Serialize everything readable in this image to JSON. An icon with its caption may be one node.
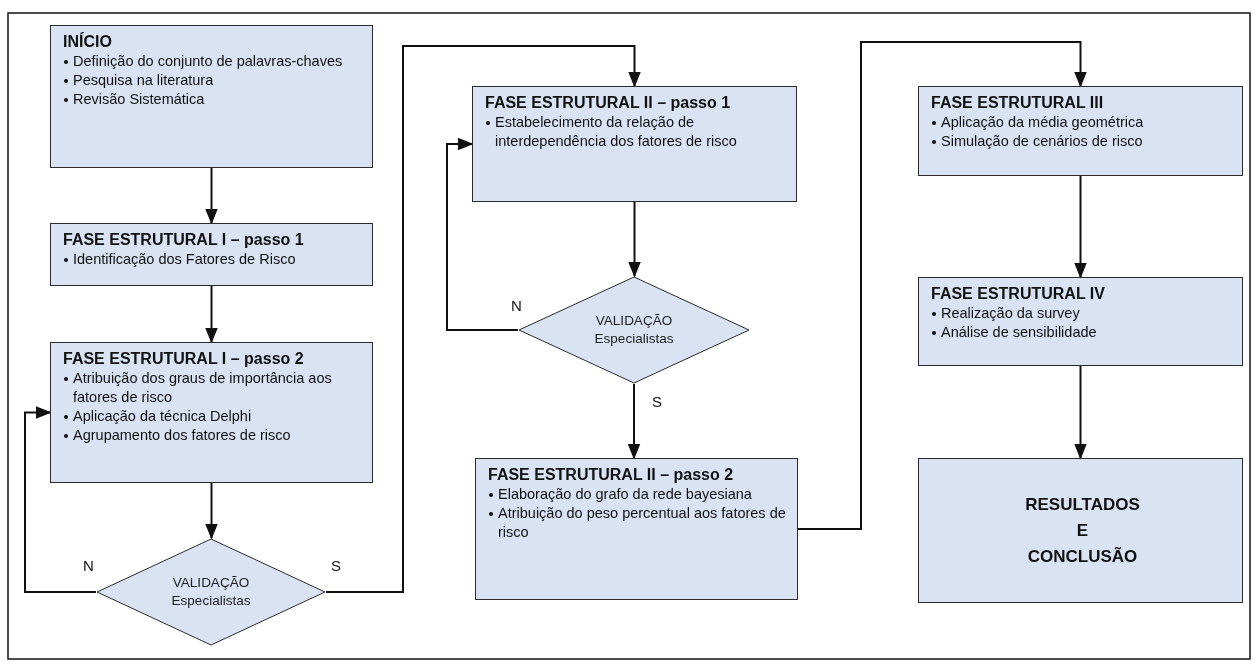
{
  "diagram": {
    "nodes": [
      {
        "text": [
          "INÍCIO",
          "Definição do conjunto de palavras-chaves",
          "Pesquisa na literatura",
          "Revisão Sistemática"
        ]
      },
      {
        "text": [
          "FASE ESTRUTURAL I – passo 1",
          "Identificação dos Fatores de Risco"
        ]
      },
      {
        "text": [
          "FASE ESTRUTURAL I – passo 2",
          "Atribuição dos graus de importância aos fatores de risco",
          "Aplicação da técnica Delphi",
          "Agrupamento dos fatores de risco"
        ]
      },
      {
        "text": [
          "VALIDAÇÃO Especialistas"
        ]
      },
      {
        "text": [
          "FASE ESTRUTURAL II – passo 1",
          "Estabelecimento da relação de interdependência dos fatores de risco"
        ]
      },
      {
        "text": [
          "VALIDAÇÃO Especialistas"
        ]
      },
      {
        "text": [
          "FASE ESTRUTURAL II – passo 2",
          "Elaboração do grafo da rede bayesiana",
          "Atribuição do peso percentual aos fatores de risco"
        ]
      },
      {
        "text": [
          "FASE ESTRUTURAL III",
          "Aplicação da média geométrica",
          "Simulação de cenários de risco"
        ]
      },
      {
        "text": [
          "FASE ESTRUTURAL IV",
          "Realização da survey",
          "Análise de sensibilidade"
        ]
      },
      {
        "text": [
          "RESULTADOS E CONCLUSÃO"
        ]
      }
    ],
    "edges": [
      {
        "from": 0,
        "to": 1,
        "arrow": "to"
      },
      {
        "from": 1,
        "to": 2,
        "arrow": "to"
      },
      {
        "from": 2,
        "to": 3,
        "arrow": "to"
      },
      {
        "from": 3,
        "to": 2,
        "arrow": "to",
        "label": "N"
      },
      {
        "from": 3,
        "to": 4,
        "arrow": "to",
        "label": "S"
      },
      {
        "from": 4,
        "to": 5,
        "arrow": "to"
      },
      {
        "from": 5,
        "to": 4,
        "arrow": "to",
        "label": "N"
      },
      {
        "from": 5,
        "to": 6,
        "arrow": "to",
        "label": "S"
      },
      {
        "from": 6,
        "to": 7,
        "arrow": "to"
      },
      {
        "from": 7,
        "to": 8,
        "arrow": "to"
      },
      {
        "from": 8,
        "to": 9,
        "arrow": "to"
      }
    ]
  }
}
